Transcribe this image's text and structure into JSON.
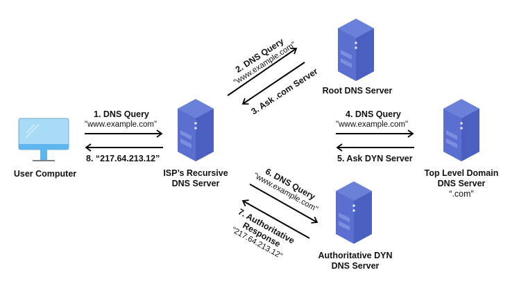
{
  "nodes": {
    "user": {
      "label": "User Computer"
    },
    "isp": {
      "label_lines": [
        "ISP’s Recursive",
        "DNS Server"
      ]
    },
    "root": {
      "label": "Root DNS Server"
    },
    "tld": {
      "label_lines": [
        "Top Level Domain",
        "DNS Server",
        "“.com”"
      ]
    },
    "auth": {
      "label_lines": [
        "Authoritative DYN",
        "DNS Server"
      ]
    }
  },
  "steps": {
    "s1": {
      "title": "1. DNS Query",
      "detail": "\"www.example.com\""
    },
    "s2": {
      "title": "2. DNS Query",
      "detail": "\"www.example.com\""
    },
    "s3": {
      "title": "3. Ask .com Server"
    },
    "s4": {
      "title": "4. DNS Query",
      "detail": "\"www.example.com\""
    },
    "s5": {
      "title": "5. Ask DYN Server"
    },
    "s6": {
      "title": "6. DNS Query",
      "detail": "\"www.example.com\""
    },
    "s7": {
      "title_lines": [
        "7. Authoritative",
        "Response"
      ],
      "detail": "\"217.64.213.12\""
    },
    "s8": {
      "title": "8. “217.64.213.12”"
    }
  },
  "colors": {
    "server_top": "#6b80d8",
    "server_front": "#5a6fcf",
    "server_side": "#4b5fc0",
    "monitor_screen": "#a8dcf6",
    "monitor_frame": "#5fb6ec",
    "arrow": "#000000"
  }
}
